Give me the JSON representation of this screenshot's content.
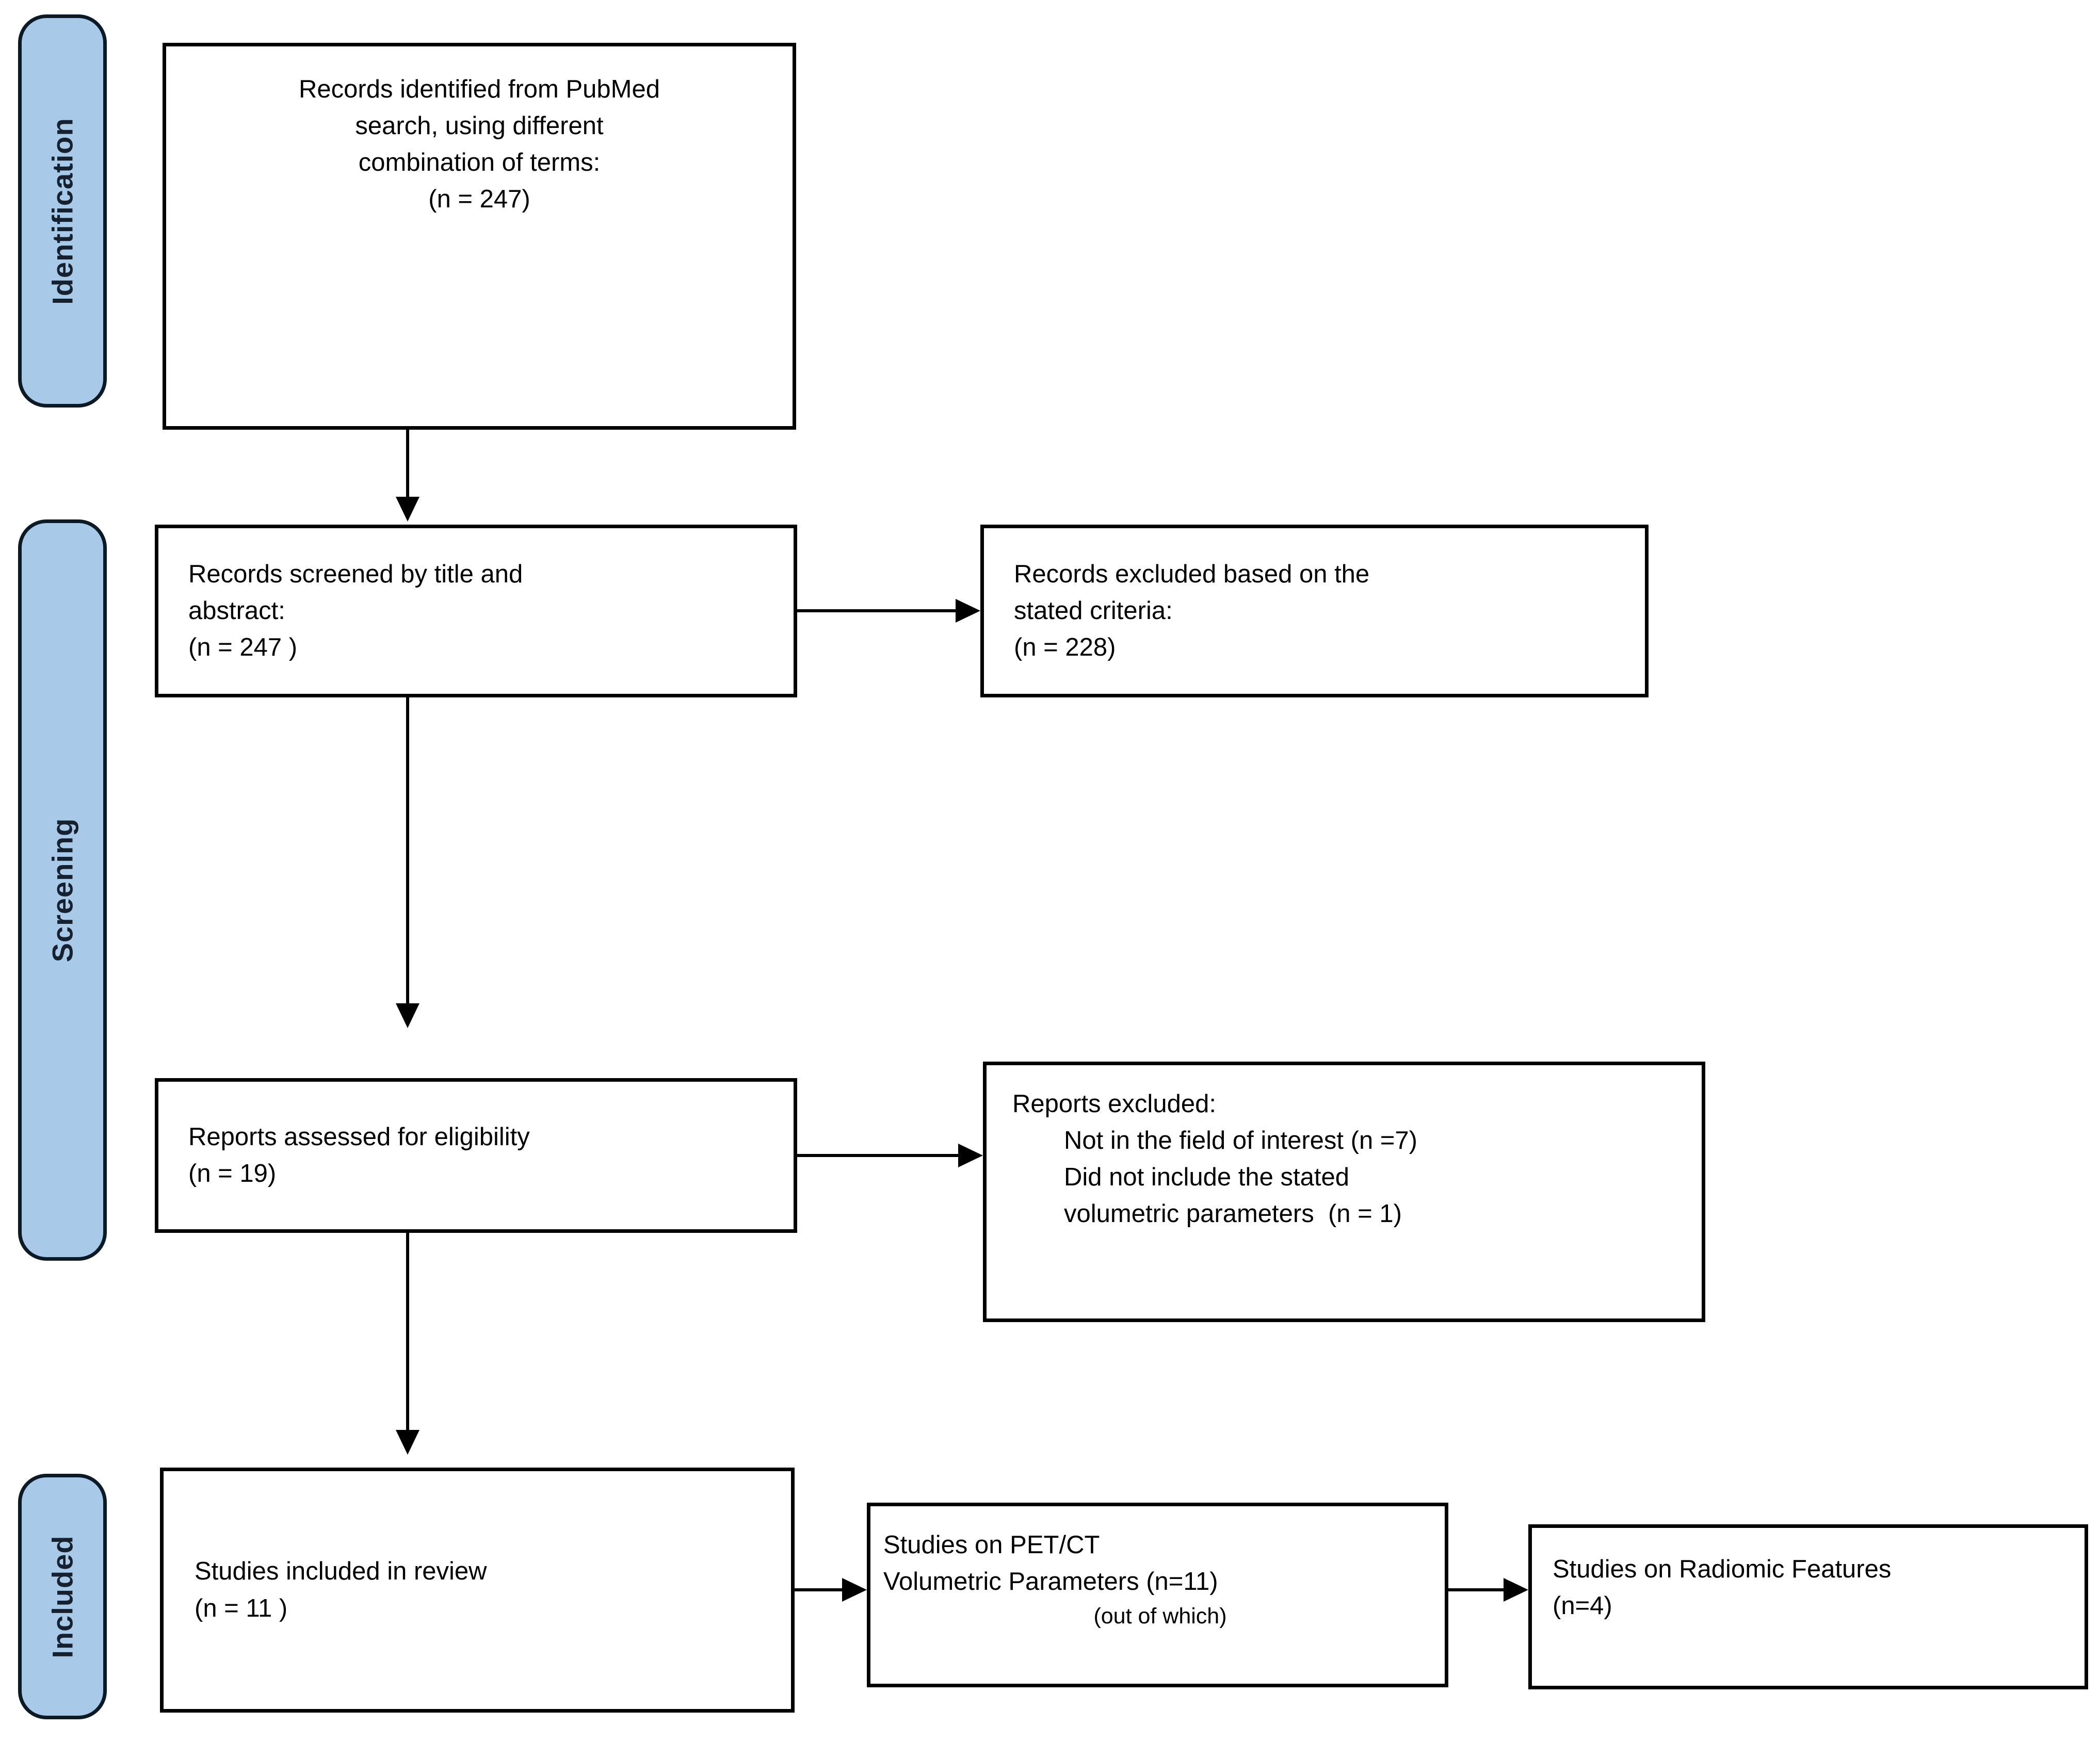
{
  "stages": [
    {
      "label": "Identification"
    },
    {
      "label": "Screening"
    },
    {
      "label": "Included"
    }
  ],
  "boxes": {
    "records_identified": {
      "lines": [
        "Records identified from PubMed",
        "search, using different",
        "combination of terms:",
        "(n = 247)"
      ]
    },
    "records_screened": {
      "lines": [
        "Records screened by title and",
        "abstract:",
        "(n = 247 )"
      ]
    },
    "records_excluded": {
      "lines": [
        "Records excluded based on the",
        "stated criteria:",
        "(n = 228)"
      ]
    },
    "reports_assessed": {
      "lines": [
        "Reports assessed for eligibility",
        "(n = 19)"
      ]
    },
    "reports_excluded": {
      "title": "Reports excluded:",
      "items": [
        "Not in the field of interest (n =7)",
        "Did not include the stated",
        "volumetric parameters  (n = 1)"
      ]
    },
    "studies_included": {
      "lines": [
        "Studies included in review",
        "(n = 11 )"
      ]
    },
    "studies_petct": {
      "lines": [
        "Studies on PET/CT",
        "Volumetric Parameters (n=11)"
      ],
      "note": "(out of which)"
    },
    "studies_radiomic": {
      "lines": [
        "Studies on Radiomic Features",
        "(n=4)"
      ]
    }
  },
  "colors": {
    "background": "#ffffff",
    "stage_fill": "#a9c9e9",
    "stage_border": "#0c1a26",
    "stage_text": "#15212e",
    "box_border": "#000000",
    "box_text": "#000000",
    "arrow": "#000000"
  }
}
